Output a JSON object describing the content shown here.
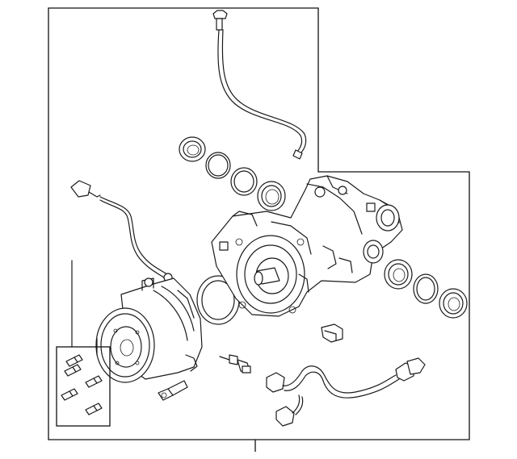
{
  "diagram": {
    "kind": "exploded-parts-diagram",
    "colors": {
      "line": "#1a1a1a",
      "background": "#ffffff"
    },
    "parts": [
      "breather-hose",
      "axle-seal-left",
      "snap-ring-left",
      "o-ring-left",
      "bearing-left",
      "wiring-harness-coupling",
      "coupling-assembly",
      "stud-kit",
      "cover-gasket",
      "differential-housing",
      "mounting-bolt",
      "temperature-sensor",
      "bracket-clip",
      "wiring-harness-lower",
      "seal-right",
      "bearing-right",
      "snap-ring-right",
      "axle-seal-right"
    ]
  }
}
